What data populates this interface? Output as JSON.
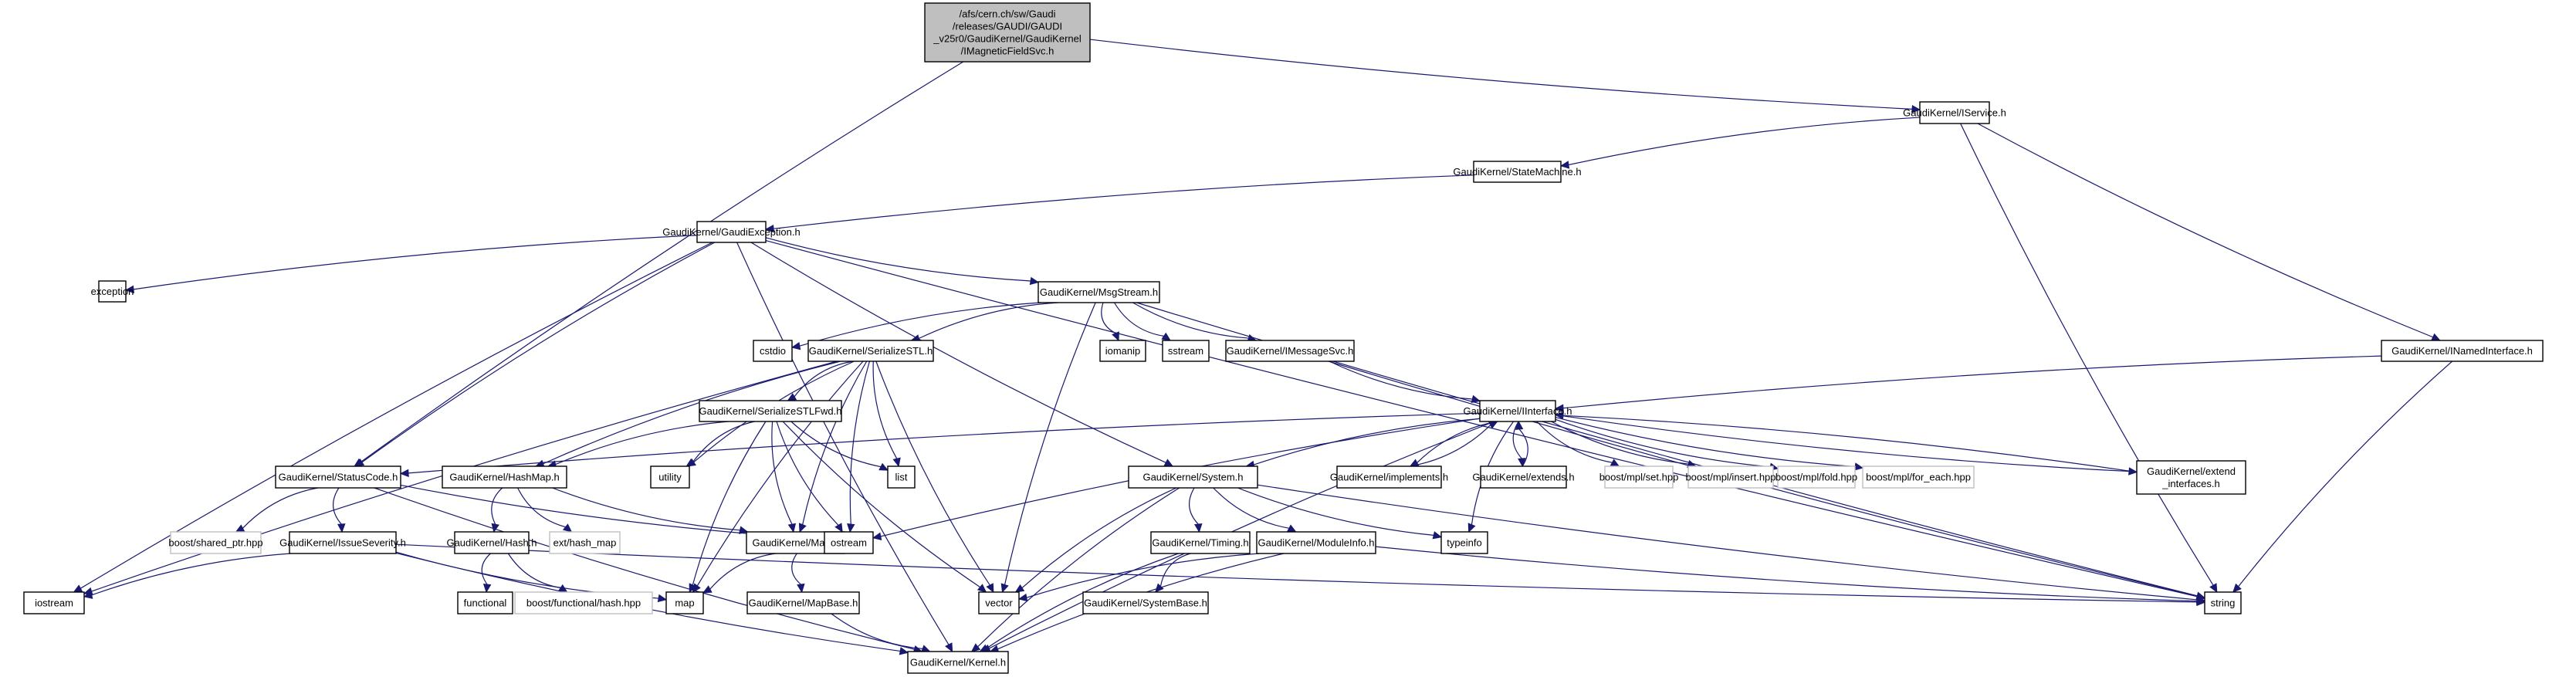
{
  "diagram": {
    "title": "Include dependency graph for IMagneticFieldSvc.h",
    "edge_color": "#191970",
    "root_fill": "#bfbfbf",
    "external_border": "#bfbfbf",
    "nodes": [
      {
        "id": "root",
        "lines": [
          "/afs/cern.ch/sw/Gaudi",
          "/releases/GAUDI/GAUDI",
          "_v25r0/GaudiKernel/GaudiKernel",
          "/IMagneticFieldSvc.h"
        ],
        "kind": "root"
      },
      {
        "id": "IService",
        "lines": [
          "GaudiKernel/IService.h"
        ],
        "kind": "internal"
      },
      {
        "id": "StateMachine",
        "lines": [
          "GaudiKernel/StateMachine.h"
        ],
        "kind": "internal"
      },
      {
        "id": "GaudiException",
        "lines": [
          "GaudiKernel/GaudiException.h"
        ],
        "kind": "internal"
      },
      {
        "id": "exception",
        "lines": [
          "exception"
        ],
        "kind": "internal"
      },
      {
        "id": "MsgStream",
        "lines": [
          "GaudiKernel/MsgStream.h"
        ],
        "kind": "internal"
      },
      {
        "id": "cstdio",
        "lines": [
          "cstdio"
        ],
        "kind": "internal"
      },
      {
        "id": "SerializeSTL",
        "lines": [
          "GaudiKernel/SerializeSTL.h"
        ],
        "kind": "internal"
      },
      {
        "id": "iomanip",
        "lines": [
          "iomanip"
        ],
        "kind": "internal"
      },
      {
        "id": "sstream",
        "lines": [
          "sstream"
        ],
        "kind": "internal"
      },
      {
        "id": "IMessageSvc",
        "lines": [
          "GaudiKernel/IMessageSvc.h"
        ],
        "kind": "internal"
      },
      {
        "id": "INamedInterface",
        "lines": [
          "GaudiKernel/INamedInterface.h"
        ],
        "kind": "internal"
      },
      {
        "id": "SerializeSTLFwd",
        "lines": [
          "GaudiKernel/SerializeSTLFwd.h"
        ],
        "kind": "internal"
      },
      {
        "id": "IInterface",
        "lines": [
          "GaudiKernel/IInterface.h"
        ],
        "kind": "internal"
      },
      {
        "id": "StatusCode",
        "lines": [
          "GaudiKernel/StatusCode.h"
        ],
        "kind": "internal"
      },
      {
        "id": "HashMap",
        "lines": [
          "GaudiKernel/HashMap.h"
        ],
        "kind": "internal"
      },
      {
        "id": "utility",
        "lines": [
          "utility"
        ],
        "kind": "internal"
      },
      {
        "id": "list",
        "lines": [
          "list"
        ],
        "kind": "internal"
      },
      {
        "id": "System",
        "lines": [
          "GaudiKernel/System.h"
        ],
        "kind": "internal"
      },
      {
        "id": "implements",
        "lines": [
          "GaudiKernel/implements.h"
        ],
        "kind": "internal"
      },
      {
        "id": "extends",
        "lines": [
          "GaudiKernel/extends.h"
        ],
        "kind": "internal"
      },
      {
        "id": "mplset",
        "lines": [
          "boost/mpl/set.hpp"
        ],
        "kind": "external"
      },
      {
        "id": "mplinsert",
        "lines": [
          "boost/mpl/insert.hpp"
        ],
        "kind": "external"
      },
      {
        "id": "mplfold",
        "lines": [
          "boost/mpl/fold.hpp"
        ],
        "kind": "external"
      },
      {
        "id": "mplforeach",
        "lines": [
          "boost/mpl/for_each.hpp"
        ],
        "kind": "external"
      },
      {
        "id": "extend_interfaces",
        "lines": [
          "GaudiKernel/extend",
          "_interfaces.h"
        ],
        "kind": "internal"
      },
      {
        "id": "shared_ptr",
        "lines": [
          "boost/shared_ptr.hpp"
        ],
        "kind": "external"
      },
      {
        "id": "IssueSeverity",
        "lines": [
          "GaudiKernel/IssueSeverity.h"
        ],
        "kind": "internal"
      },
      {
        "id": "Hash",
        "lines": [
          "GaudiKernel/Hash.h"
        ],
        "kind": "internal"
      },
      {
        "id": "ext_hash_map",
        "lines": [
          "ext/hash_map"
        ],
        "kind": "external"
      },
      {
        "id": "Map",
        "lines": [
          "GaudiKernel/Map.h"
        ],
        "kind": "internal"
      },
      {
        "id": "ostream",
        "lines": [
          "ostream"
        ],
        "kind": "internal"
      },
      {
        "id": "Timing",
        "lines": [
          "GaudiKernel/Timing.h"
        ],
        "kind": "internal"
      },
      {
        "id": "ModuleInfo",
        "lines": [
          "GaudiKernel/ModuleInfo.h"
        ],
        "kind": "internal"
      },
      {
        "id": "typeinfo",
        "lines": [
          "typeinfo"
        ],
        "kind": "internal"
      },
      {
        "id": "iostream",
        "lines": [
          "iostream"
        ],
        "kind": "internal"
      },
      {
        "id": "functional",
        "lines": [
          "functional"
        ],
        "kind": "internal"
      },
      {
        "id": "boost_hash",
        "lines": [
          "boost/functional/hash.hpp"
        ],
        "kind": "external"
      },
      {
        "id": "map",
        "lines": [
          "map"
        ],
        "kind": "internal"
      },
      {
        "id": "MapBase",
        "lines": [
          "GaudiKernel/MapBase.h"
        ],
        "kind": "internal"
      },
      {
        "id": "vector",
        "lines": [
          "vector"
        ],
        "kind": "internal"
      },
      {
        "id": "SystemBase",
        "lines": [
          "GaudiKernel/SystemBase.h"
        ],
        "kind": "internal"
      },
      {
        "id": "string",
        "lines": [
          "string"
        ],
        "kind": "internal"
      },
      {
        "id": "Kernel",
        "lines": [
          "GaudiKernel/Kernel.h"
        ],
        "kind": "internal"
      }
    ],
    "edges": [
      [
        "root",
        "IService"
      ],
      [
        "root",
        "StatusCode"
      ],
      [
        "IService",
        "StateMachine"
      ],
      [
        "IService",
        "INamedInterface"
      ],
      [
        "IService",
        "string"
      ],
      [
        "StateMachine",
        "GaudiException"
      ],
      [
        "GaudiException",
        "exception"
      ],
      [
        "GaudiException",
        "MsgStream"
      ],
      [
        "GaudiException",
        "StatusCode"
      ],
      [
        "GaudiException",
        "iostream"
      ],
      [
        "GaudiException",
        "Kernel"
      ],
      [
        "GaudiException",
        "string"
      ],
      [
        "GaudiException",
        "System"
      ],
      [
        "MsgStream",
        "cstdio"
      ],
      [
        "MsgStream",
        "SerializeSTL"
      ],
      [
        "MsgStream",
        "iomanip"
      ],
      [
        "MsgStream",
        "sstream"
      ],
      [
        "MsgStream",
        "IMessageSvc"
      ],
      [
        "MsgStream",
        "vector"
      ],
      [
        "MsgStream",
        "string"
      ],
      [
        "SerializeSTL",
        "SerializeSTLFwd"
      ],
      [
        "SerializeSTL",
        "utility"
      ],
      [
        "SerializeSTL",
        "list"
      ],
      [
        "SerializeSTL",
        "map"
      ],
      [
        "SerializeSTL",
        "HashMap"
      ],
      [
        "SerializeSTL",
        "Map"
      ],
      [
        "SerializeSTL",
        "ostream"
      ],
      [
        "SerializeSTL",
        "vector"
      ],
      [
        "SerializeSTL",
        "iostream"
      ],
      [
        "IMessageSvc",
        "IInterface"
      ],
      [
        "IMessageSvc",
        "string"
      ],
      [
        "INamedInterface",
        "IInterface"
      ],
      [
        "INamedInterface",
        "string"
      ],
      [
        "SerializeSTLFwd",
        "utility"
      ],
      [
        "SerializeSTLFwd",
        "list"
      ],
      [
        "SerializeSTLFwd",
        "map"
      ],
      [
        "SerializeSTLFwd",
        "HashMap"
      ],
      [
        "SerializeSTLFwd",
        "Map"
      ],
      [
        "SerializeSTLFwd",
        "ostream"
      ],
      [
        "SerializeSTLFwd",
        "vector"
      ],
      [
        "IInterface",
        "StatusCode"
      ],
      [
        "IInterface",
        "System"
      ],
      [
        "IInterface",
        "implements"
      ],
      [
        "IInterface",
        "extends"
      ],
      [
        "IInterface",
        "mplset"
      ],
      [
        "IInterface",
        "mplinsert"
      ],
      [
        "IInterface",
        "mplfold"
      ],
      [
        "IInterface",
        "mplforeach"
      ],
      [
        "IInterface",
        "extend_interfaces"
      ],
      [
        "IInterface",
        "ostream"
      ],
      [
        "IInterface",
        "Kernel"
      ],
      [
        "IInterface",
        "typeinfo"
      ],
      [
        "implements",
        "IInterface"
      ],
      [
        "extends",
        "IInterface"
      ],
      [
        "extend_interfaces",
        "IInterface"
      ],
      [
        "StatusCode",
        "shared_ptr"
      ],
      [
        "StatusCode",
        "IssueSeverity"
      ],
      [
        "StatusCode",
        "ostream"
      ],
      [
        "StatusCode",
        "Kernel"
      ],
      [
        "HashMap",
        "Hash"
      ],
      [
        "HashMap",
        "ext_hash_map"
      ],
      [
        "HashMap",
        "Map"
      ],
      [
        "Hash",
        "functional"
      ],
      [
        "Hash",
        "boost_hash"
      ],
      [
        "IssueSeverity",
        "iostream"
      ],
      [
        "IssueSeverity",
        "map"
      ],
      [
        "IssueSeverity",
        "string"
      ],
      [
        "IssueSeverity",
        "Kernel"
      ],
      [
        "Map",
        "map"
      ],
      [
        "Map",
        "MapBase"
      ],
      [
        "MapBase",
        "Kernel"
      ],
      [
        "System",
        "Timing"
      ],
      [
        "System",
        "ModuleInfo"
      ],
      [
        "System",
        "typeinfo"
      ],
      [
        "System",
        "vector"
      ],
      [
        "System",
        "string"
      ],
      [
        "System",
        "Kernel"
      ],
      [
        "Timing",
        "SystemBase"
      ],
      [
        "Timing",
        "Kernel"
      ],
      [
        "ModuleInfo",
        "vector"
      ],
      [
        "ModuleInfo",
        "string"
      ],
      [
        "ModuleInfo",
        "Kernel"
      ]
    ]
  }
}
